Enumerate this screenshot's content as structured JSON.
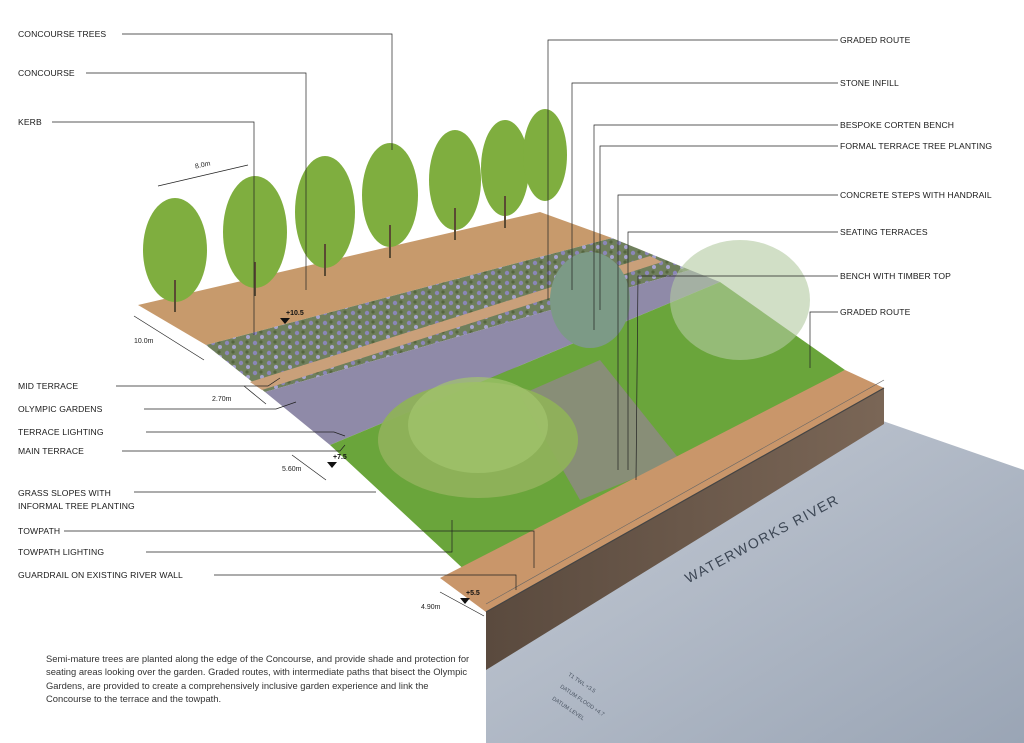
{
  "labels_left": [
    {
      "id": "concourse-trees",
      "text": "CONCOURSE TREES"
    },
    {
      "id": "concourse",
      "text": "CONCOURSE"
    },
    {
      "id": "kerb",
      "text": "KERB"
    },
    {
      "id": "mid-terrace",
      "text": "MID TERRACE"
    },
    {
      "id": "olympic-gardens",
      "text": "OLYMPIC GARDENS"
    },
    {
      "id": "terrace-lighting",
      "text": "TERRACE LIGHTING"
    },
    {
      "id": "main-terrace",
      "text": "MAIN TERRACE"
    },
    {
      "id": "grass-slopes-1",
      "text": "GRASS SLOPES WITH"
    },
    {
      "id": "grass-slopes-2",
      "text": "INFORMAL TREE PLANTING"
    },
    {
      "id": "towpath",
      "text": "TOWPATH"
    },
    {
      "id": "towpath-lighting",
      "text": "TOWPATH LIGHTING"
    },
    {
      "id": "guardrail",
      "text": "GUARDRAIL ON EXISTING RIVER WALL"
    }
  ],
  "labels_right": [
    {
      "id": "graded-route-1",
      "text": "GRADED ROUTE"
    },
    {
      "id": "stone-infill",
      "text": "STONE INFILL"
    },
    {
      "id": "corten-bench",
      "text": "BESPOKE CORTEN BENCH"
    },
    {
      "id": "formal-terrace",
      "text": "FORMAL TERRACE TREE PLANTING"
    },
    {
      "id": "concrete-steps",
      "text": "CONCRETE STEPS WITH HANDRAIL"
    },
    {
      "id": "seating-terraces",
      "text": "SEATING TERRACES"
    },
    {
      "id": "timber-bench",
      "text": "BENCH WITH TIMBER TOP"
    },
    {
      "id": "graded-route-2",
      "text": "GRADED ROUTE"
    }
  ],
  "dimensions": [
    "8.0m",
    "10.0m",
    "2.70m",
    "5.60m",
    "4.90m"
  ],
  "levels": [
    "+10.5",
    "+7.5",
    "+5.5"
  ],
  "river_label": "WATERWORKS RIVER",
  "flood_levels": [
    "T1 TWL +3.5",
    "DATUM FLOOD +4.7",
    "DATUM LEVEL"
  ],
  "caption": "Semi-mature trees are planted along the edge of the Concourse, and provide shade and protection for seating areas looking over the garden. Graded routes, with intermediate paths that bisect the Olympic Gardens, are provided to create a comprehensively inclusive garden experience and link the Concourse to the terrace and the towpath.",
  "colors": {
    "concourse": "#c79a6c",
    "garden": "#6e7d5a",
    "lavender": "#8a86b8",
    "grass": "#6aa53b",
    "towpath": "#c9966a",
    "river": "#aeb7c4",
    "wall": "#6b5a4c",
    "tree": "#7fae3f",
    "willow": "#8fb15a"
  }
}
